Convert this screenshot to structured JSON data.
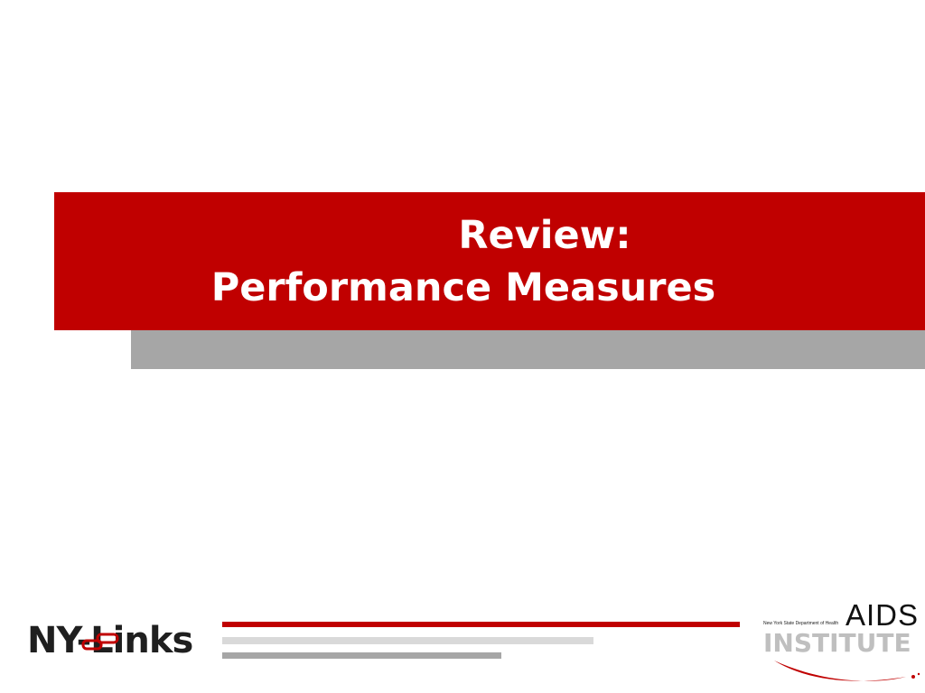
{
  "slide": {
    "title_line1": "Review:",
    "title_line2": "Performance Measures"
  },
  "footer": {
    "left_logo": {
      "text": "NY-Links",
      "icon": "chain-link-icon"
    },
    "right_logo": {
      "word": "AIDS",
      "department": "New York State Department of Health",
      "institute": "INSTITUTE",
      "icon": "red-swoosh-icon"
    }
  },
  "colors": {
    "band_red": "#c00000",
    "shadow_gray": "#a6a6a6",
    "rule_light": "#d9d9d9",
    "text_white": "#ffffff"
  }
}
